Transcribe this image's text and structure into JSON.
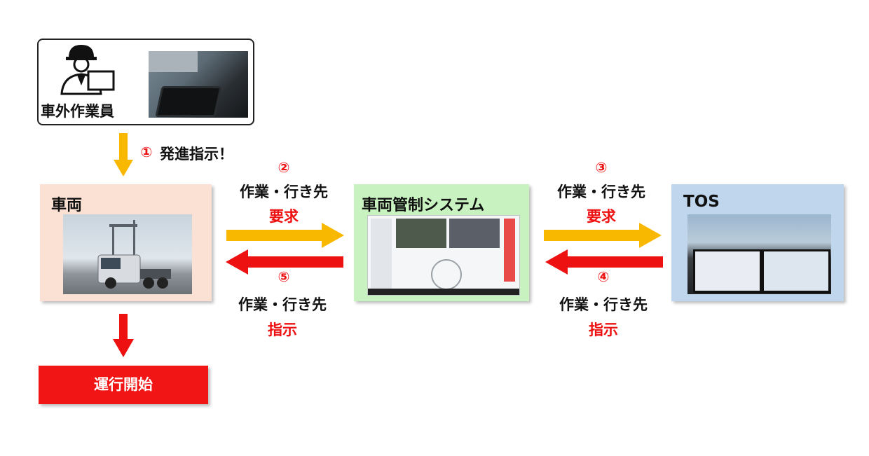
{
  "worker": {
    "label": "車外作業員"
  },
  "step1": {
    "num": "①",
    "text": "発進指示！"
  },
  "vehicle": {
    "title": "車両"
  },
  "control": {
    "title": "車両管制システム"
  },
  "tos": {
    "title": "TOS"
  },
  "step2": {
    "num": "②",
    "line1": "作業・行き先",
    "line2": "要求"
  },
  "step3": {
    "num": "③",
    "line1": "作業・行き先",
    "line2": "要求"
  },
  "step4": {
    "num": "④",
    "line1": "作業・行き先",
    "line2": "指示"
  },
  "step5": {
    "num": "⑤",
    "line1": "作業・行き先",
    "line2": "指示"
  },
  "start": {
    "label": "運行開始"
  },
  "colors": {
    "request_arrow": "#f9b800",
    "instruction_arrow": "#ee1111",
    "vehicle_bg": "#fbe1d4",
    "control_bg": "#c8f2c0",
    "tos_bg": "#bfd6ec",
    "start_bg": "#f21515"
  }
}
